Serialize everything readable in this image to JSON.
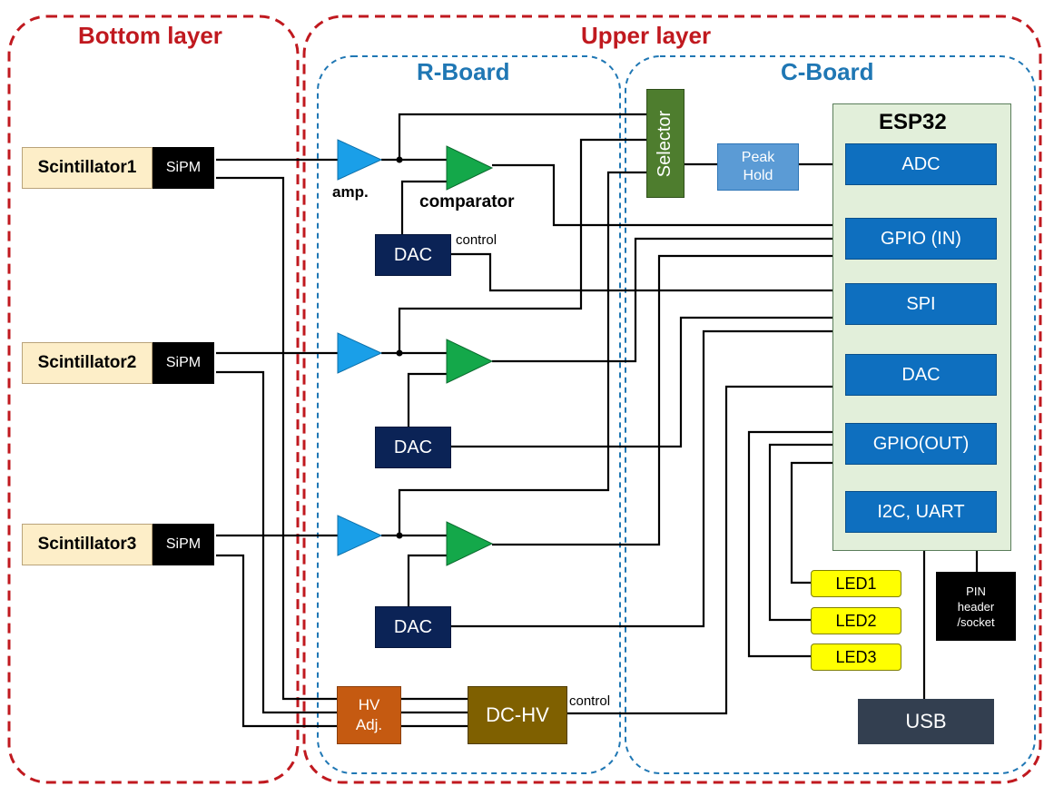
{
  "layers": {
    "bottom": "Bottom layer",
    "upper": "Upper layer"
  },
  "boards": {
    "r_board": "R-Board",
    "c_board": "C-Board"
  },
  "scintillators": [
    "Scintillator1",
    "Scintillator2",
    "Scintillator3"
  ],
  "sipm_label": "SiPM",
  "labels": {
    "amp": "amp.",
    "comparator": "comparator",
    "control": "control",
    "selector": "Selector",
    "peak_hold_line1": "Peak",
    "peak_hold_line2": "Hold",
    "hv_adj_line1": "HV",
    "hv_adj_line2": "Adj.",
    "dc_hv": "DC-HV",
    "esp32": "ESP32",
    "usb": "USB",
    "pin_line1": "PIN",
    "pin_line2": "header",
    "pin_line3": "/socket"
  },
  "dac_label": "DAC",
  "esp_blocks": [
    "ADC",
    "GPIO (IN)",
    "SPI",
    "DAC",
    "GPIO(OUT)",
    "I2C, UART"
  ],
  "leds": [
    "LED1",
    "LED2",
    "LED3"
  ],
  "colors": {
    "layer_border": "#c0191f",
    "board_border": "#1f77b4",
    "amplifier": "#1a9fe8",
    "comparator": "#14a84a",
    "selector": "#4e7d2e",
    "peak_hold": "#5b9bd5",
    "hv_adj": "#c55a11",
    "dc_hv": "#7f6000",
    "esp_panel": "#e2efda",
    "esp_block": "#0e6fbf",
    "dac": "#0b2356",
    "led": "#ffff00",
    "usb": "#333f50"
  }
}
